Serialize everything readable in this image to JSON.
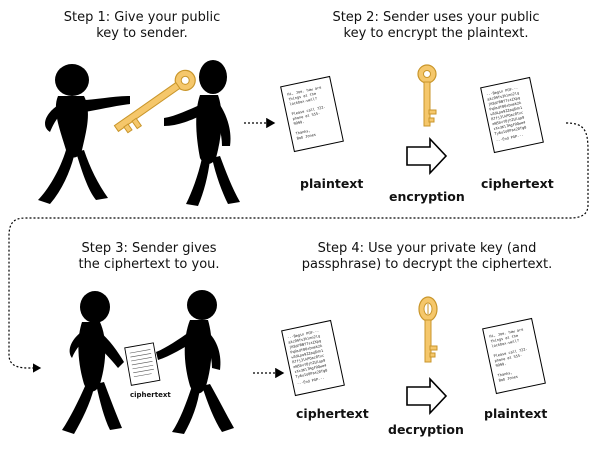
{
  "steps": {
    "step1": {
      "line1": "Step 1: Give your public",
      "line2": "key to sender."
    },
    "step2": {
      "line1": "Step 2: Sender uses your public",
      "line2": "key to encrypt the plaintext."
    },
    "step3": {
      "line1": "Step 3: Sender gives",
      "line2": "the ciphertext to you."
    },
    "step4": {
      "line1": "Step 4: Use your private key (and",
      "line2": "passphrase) to decrypt the ciphertext."
    }
  },
  "labels": {
    "plaintext_top": "plaintext",
    "encryption": "encryption",
    "ciphertext_top": "ciphertext",
    "handoff_ciphertext": "ciphertext",
    "ciphertext_bottom": "ciphertext",
    "decryption": "decryption",
    "plaintext_bottom": "plaintext"
  },
  "icons": {
    "key_color": "#F5C76B",
    "key_outline": "#C9962B",
    "figure_color": "#000000"
  }
}
